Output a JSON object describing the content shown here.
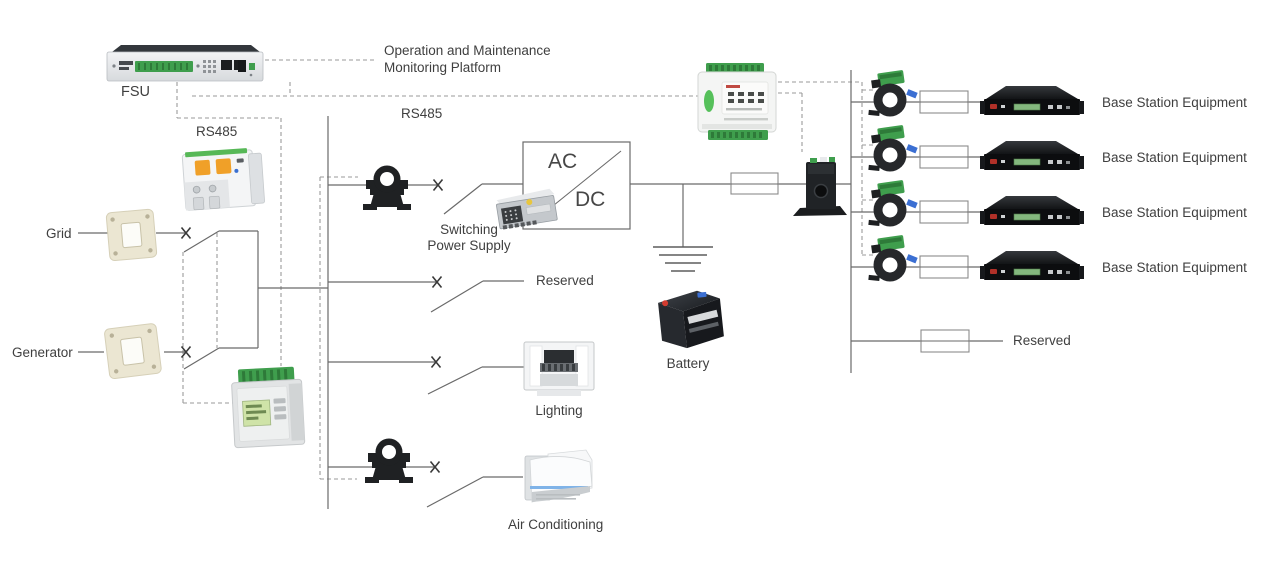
{
  "labels": {
    "platform_line1": "Operation and Maintenance",
    "platform_line2": "Monitoring Platform",
    "fsu": "FSU",
    "rs485_left": "RS485",
    "rs485_main": "RS485",
    "grid": "Grid",
    "generator": "Generator",
    "ac": "AC",
    "dc": "DC",
    "switching_line1": "Switching",
    "switching_line2": "Power Supply",
    "reserved_mid": "Reserved",
    "lighting": "Lighting",
    "air_conditioning": "Air Conditioning",
    "battery": "Battery",
    "reserved_right": "Reserved",
    "base_stations": [
      "Base Station Equipment",
      "Base Station Equipment",
      "Base Station Equipment",
      "Base Station Equipment"
    ]
  },
  "colors": {
    "solid_line": "#6a6a6a",
    "dashed_line": "#9a9a9a",
    "text": "#3f3f3f",
    "device_green": "#3f9e4d",
    "breaker_orange": "#f0a028",
    "lcd_green": "#cfe3a8",
    "ct_black": "#1f2123",
    "accent_blue": "#3b6fd2"
  }
}
